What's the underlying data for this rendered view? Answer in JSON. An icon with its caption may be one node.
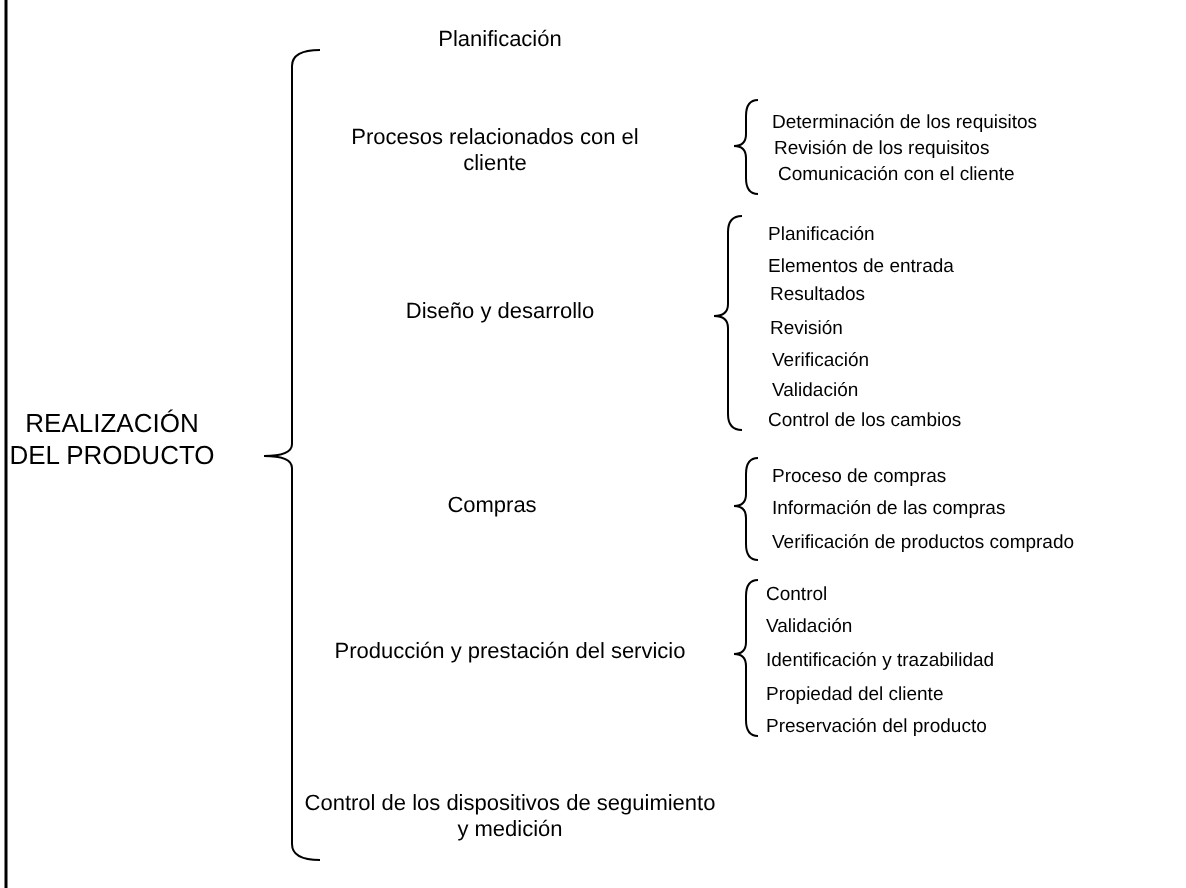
{
  "diagram": {
    "labels": [
      "REALIZACIÓN DEL PRODUCTO",
      "Planificación",
      "Procesos relacionados con el cliente",
      "Determinación de los requisitos",
      "Revisión de los requisitos",
      "Comunicación con el cliente",
      "Diseño y desarrollo",
      "Planificación",
      "Elementos de entrada",
      "Resultados",
      "Revisión",
      "Verificación",
      "Validación",
      "Control de los cambios",
      "Compras",
      "Proceso de compras",
      "Información de las compras",
      "Verificación de productos comprado",
      "Producción y prestación del servicio",
      "Control",
      "Validación",
      "Identificación y trazabilidad",
      "Propiedad del cliente",
      "Preservación del producto",
      "Control de los dispositivos de seguimiento y medición"
    ]
  }
}
